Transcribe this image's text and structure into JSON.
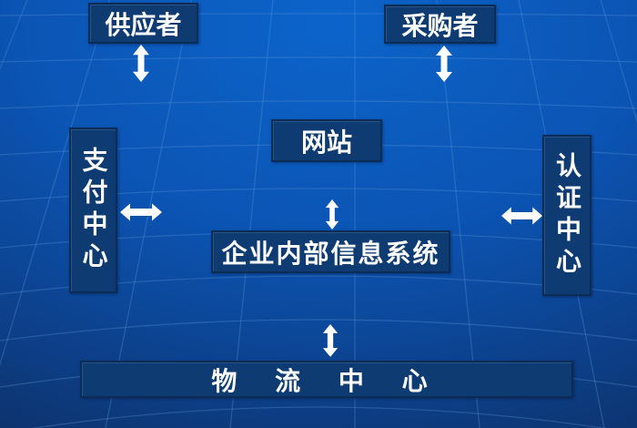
{
  "nodes": {
    "supplier": {
      "label": "供应者"
    },
    "purchaser": {
      "label": "采购者"
    },
    "website": {
      "label": "网站"
    },
    "payment_center": {
      "label": "支付中心"
    },
    "certification_center": {
      "label": "认证中心"
    },
    "internal_info_system": {
      "label": "企业内部信息系统"
    },
    "logistics_center": {
      "label": "物 流 中 心"
    }
  },
  "connections": [
    {
      "from": "supplier",
      "to": "website",
      "type": "double-arrow",
      "orientation": "vertical"
    },
    {
      "from": "purchaser",
      "to": "website",
      "type": "double-arrow",
      "orientation": "vertical"
    },
    {
      "from": "payment_center",
      "to": "internal_info_system",
      "type": "double-arrow",
      "orientation": "horizontal"
    },
    {
      "from": "certification_center",
      "to": "internal_info_system",
      "type": "double-arrow",
      "orientation": "horizontal"
    },
    {
      "from": "website",
      "to": "internal_info_system",
      "type": "double-arrow",
      "orientation": "vertical"
    },
    {
      "from": "internal_info_system",
      "to": "logistics_center",
      "type": "double-arrow",
      "orientation": "vertical"
    }
  ],
  "colors": {
    "background_top": "#0c64ca",
    "background_bottom": "#0c2a57",
    "grid_line": "#5e97da",
    "node_fill": "#0d3b72",
    "node_border": "#0a2c55",
    "text": "#ffffff",
    "arrow": "#ffffff"
  }
}
